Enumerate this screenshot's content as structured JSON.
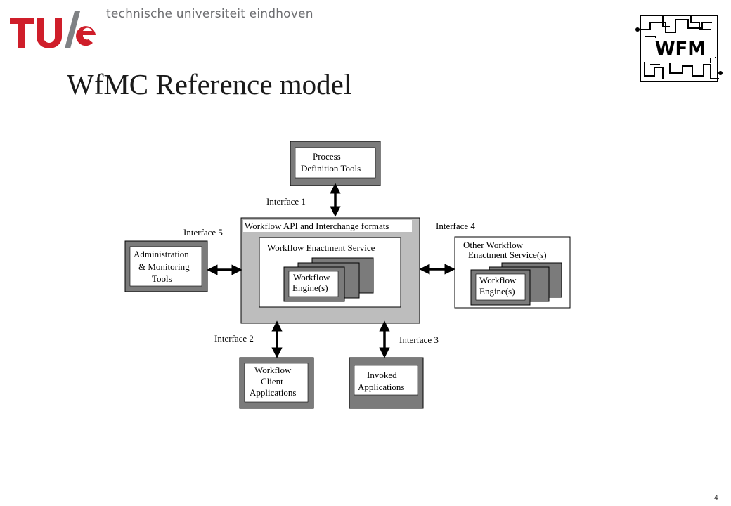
{
  "header": {
    "logo_text": "TU/e",
    "university_name": "technische universiteit eindhoven",
    "wfm_logo_text": "WFM"
  },
  "slide": {
    "title": "WfMC Reference model",
    "page_number": "4"
  },
  "diagram": {
    "process_definition_tools": [
      "Process",
      "Definition Tools"
    ],
    "interface_1": "Interface 1",
    "interface_2": "Interface 2",
    "interface_3": "Interface 3",
    "interface_4": "Interface 4",
    "interface_5": "Interface 5",
    "api_formats": "Workflow API and Interchange formats",
    "enactment_service": "Workflow Enactment Service",
    "engine": [
      "Workflow",
      "Engine(s)"
    ],
    "admin_tools": [
      "Administration",
      "& Monitoring",
      "Tools"
    ],
    "other_enactment": [
      "Other Workflow",
      "Enactment Service(s)"
    ],
    "other_engine": [
      "Workflow",
      "Engine(s)"
    ],
    "client_apps": [
      "Workflow",
      "Client",
      "Applications"
    ],
    "invoked_apps": [
      "Invoked",
      "Applications"
    ]
  }
}
